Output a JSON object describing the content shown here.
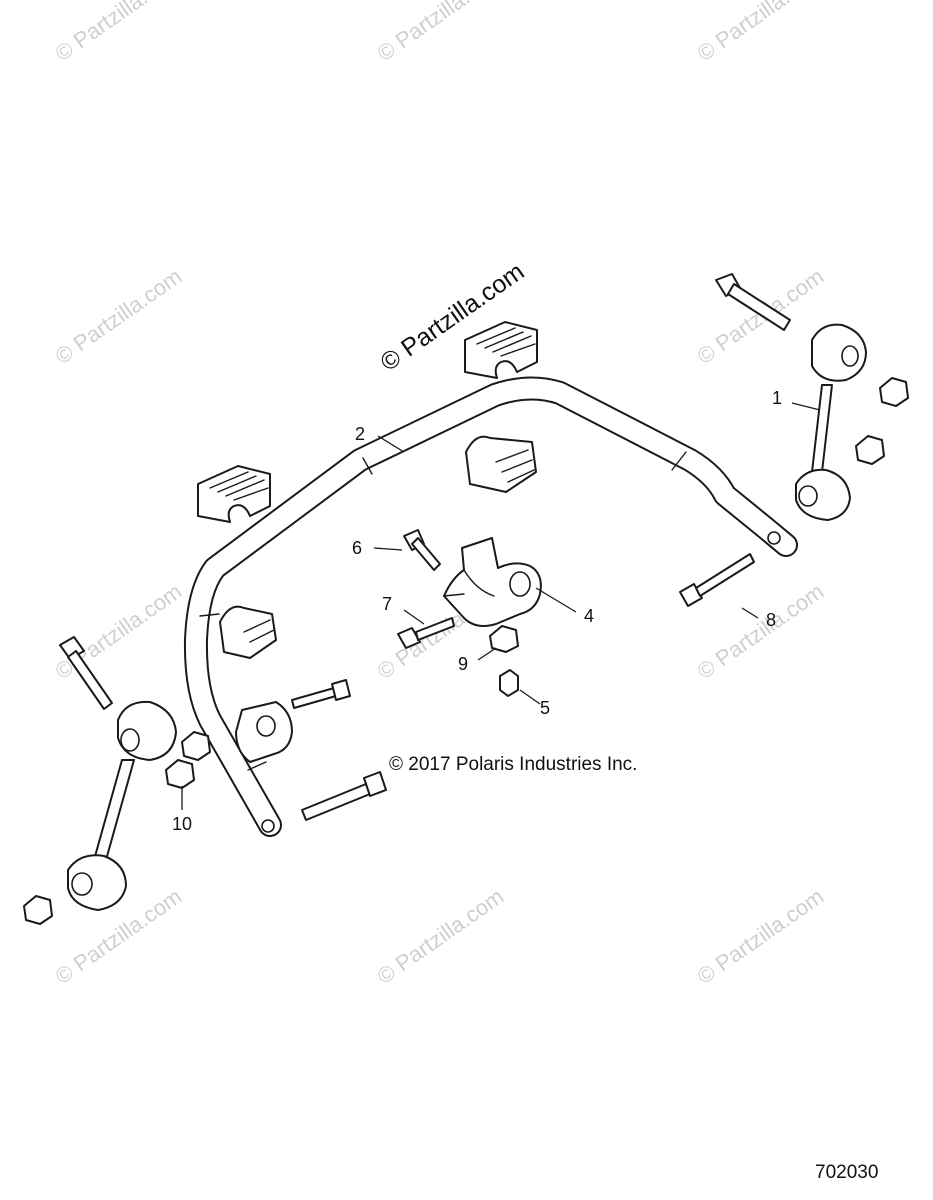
{
  "watermark": {
    "text": "© Partzilla.com",
    "color": "#cfcfcf"
  },
  "main_watermark": "© Partzilla.com",
  "copyright": "© 2017 Polaris Industries Inc.",
  "diagram_number": "702030",
  "callouts": [
    "1",
    "2",
    "4",
    "5",
    "6",
    "7",
    "8",
    "9",
    "10"
  ],
  "icons": [
    "stabilizer-bar",
    "link-rod",
    "bushing",
    "bracket",
    "bolt",
    "nut",
    "grease-fitting"
  ]
}
